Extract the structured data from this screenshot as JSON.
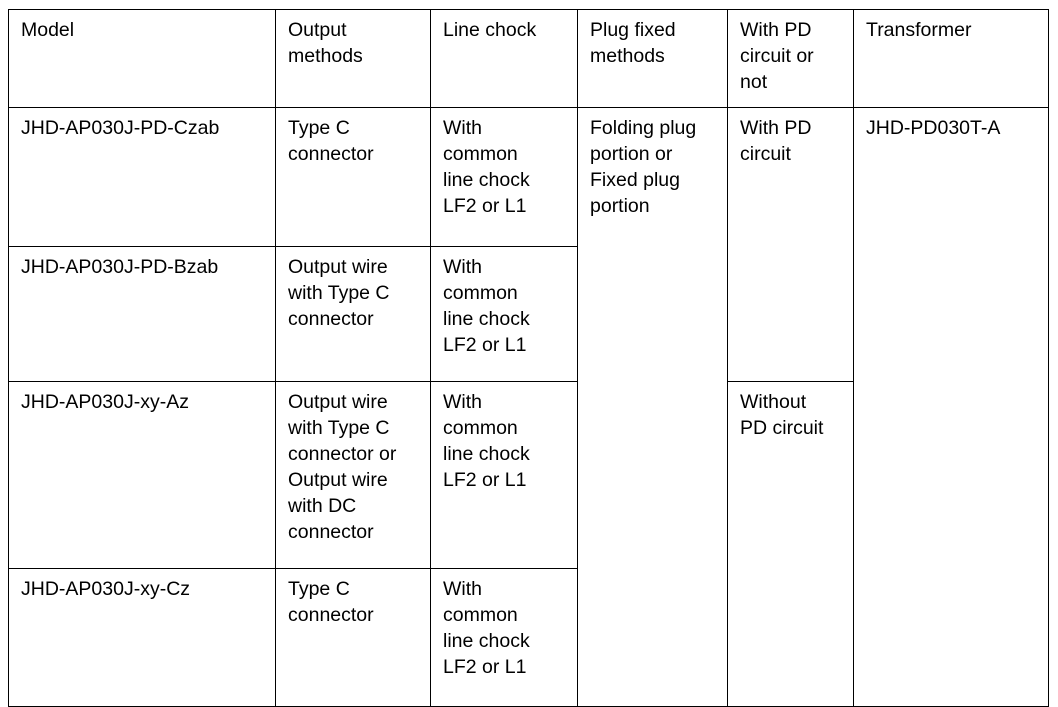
{
  "table": {
    "headers": [
      "Model",
      "Output\nmethods",
      "Line chock",
      "Plug fixed\nmethods",
      "With PD\ncircuit or\nnot",
      "Transformer"
    ],
    "rows": [
      {
        "model": "JHD-AP030J-PD-Czab",
        "output_methods": "Type C\nconnector",
        "line_chock": "With\ncommon\nline chock\nLF2 or L1"
      },
      {
        "model": "JHD-AP030J-PD-Bzab",
        "output_methods": "Output wire\nwith Type C\nconnector",
        "line_chock": "With\ncommon\nline chock\nLF2 or L1"
      },
      {
        "model": "JHD-AP030J-xy-Az",
        "output_methods": "Output wire\nwith Type C\nconnector or\nOutput wire\nwith DC\nconnector",
        "line_chock": "With\ncommon\nline chock\nLF2 or L1"
      },
      {
        "model": "JHD-AP030J-xy-Cz",
        "output_methods": "Type C\nconnector",
        "line_chock": "With\ncommon\nline chock\nLF2 or L1"
      }
    ],
    "merged": {
      "plug_fixed_methods": "Folding plug\nportion or\nFixed plug\nportion",
      "with_pd_circuit": "With PD\ncircuit",
      "without_pd_circuit": "Without\nPD circuit",
      "transformer": "JHD-PD030T-A"
    }
  },
  "colors": {
    "border": "#000000",
    "text": "#000000",
    "background": "#ffffff"
  }
}
